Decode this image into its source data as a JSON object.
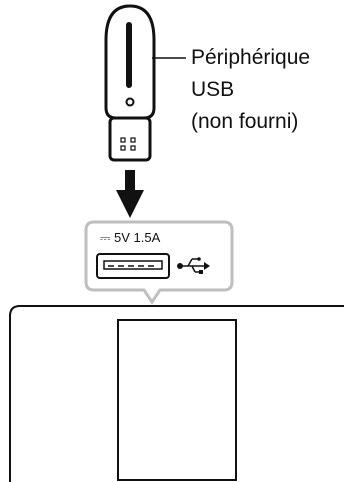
{
  "callout": {
    "line1": "Périphérique",
    "line2": "USB",
    "line3": "(non fourni)"
  },
  "port": {
    "spec_symbol": "⎓",
    "spec_text": "5V 1.5A"
  },
  "icons": [
    "usb-stick-icon",
    "down-arrow-icon",
    "usb-port-icon",
    "usb-symbol-icon"
  ],
  "colors": {
    "stroke": "#111111",
    "panel_border": "#bfbfbf",
    "background": "#ffffff"
  }
}
